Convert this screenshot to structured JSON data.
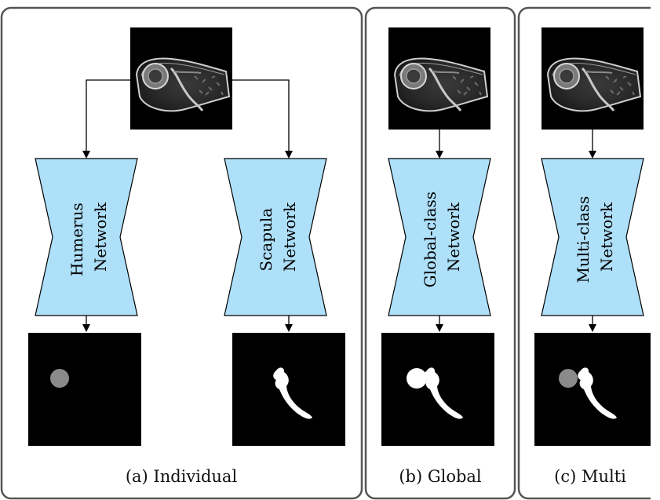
{
  "colors": {
    "panel_border": "#555555",
    "network_fill": "#aee0fa",
    "humerus_mask": "#8a8a8a",
    "scapula_mask": "#ffffff",
    "image_background": "#000000"
  },
  "panels": [
    {
      "caption": "(a) Individual",
      "networks": [
        {
          "line1": "Humerus",
          "line2": "Network",
          "mask": "humerus"
        },
        {
          "line1": "Scapula",
          "line2": "Network",
          "mask": "scapula"
        }
      ]
    },
    {
      "caption": "(b) Global",
      "networks": [
        {
          "line1": "Global-class",
          "line2": "Network",
          "mask": "global"
        }
      ]
    },
    {
      "caption": "(c) Multi",
      "networks": [
        {
          "line1": "Multi-class",
          "line2": "Network",
          "mask": "multi"
        }
      ]
    }
  ]
}
